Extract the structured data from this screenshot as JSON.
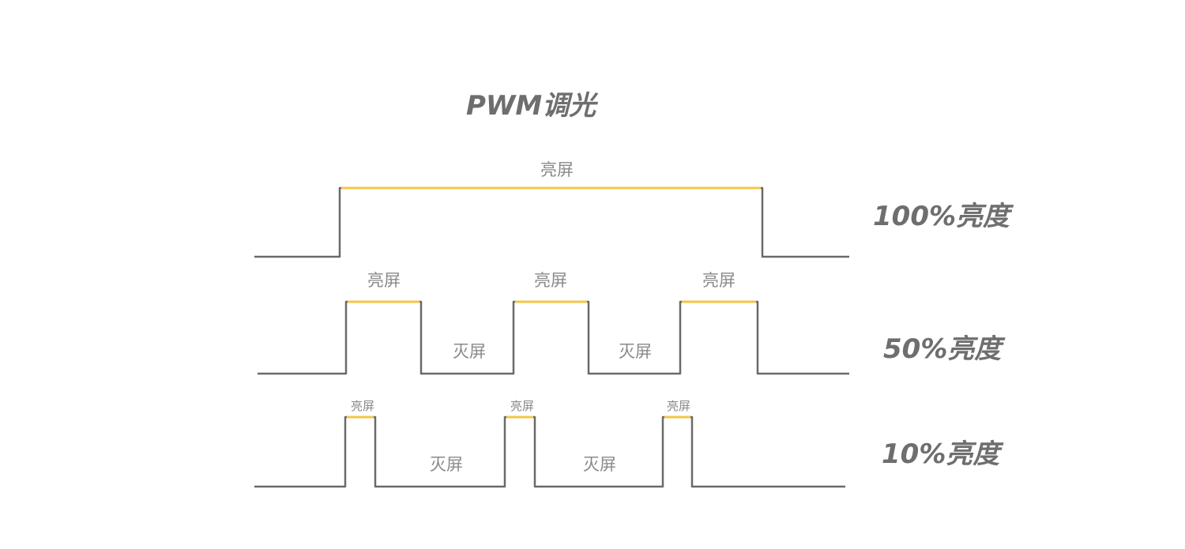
{
  "title": "PWM调光",
  "on_label": "亮屏",
  "off_label": "灭屏",
  "rows": [
    {
      "label": "100%亮度",
      "duty_percent": 100
    },
    {
      "label": "50%亮度",
      "duty_percent": 50
    },
    {
      "label": "10%亮度",
      "duty_percent": 10
    }
  ],
  "colors": {
    "line": "#6a6a6a",
    "on_segment": "#f3c64a",
    "text": "#8a8a8a"
  }
}
